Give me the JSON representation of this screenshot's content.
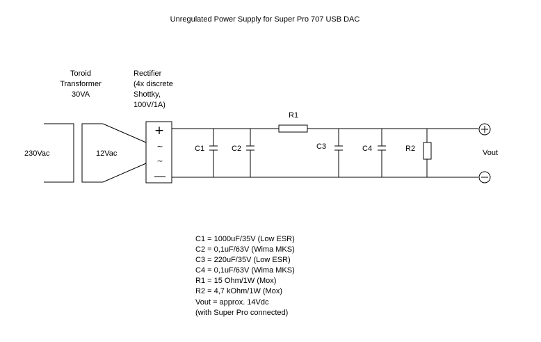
{
  "title": "Unregulated Power Supply for Super Pro 707 USB DAC",
  "transformer": {
    "label_line1": "Toroid",
    "label_line2": "Transformer",
    "label_line3": "30VA",
    "primary": "230Vac",
    "secondary": "12Vac"
  },
  "rectifier": {
    "label_line1": "Rectifier",
    "label_line2": "(4x discrete",
    "label_line3": "Shottky,",
    "label_line4": "100V/1A)",
    "plus": "+",
    "ac1": "~",
    "ac2": "~",
    "minus": "—"
  },
  "components": {
    "c1": "C1",
    "c2": "C2",
    "r1": "R1",
    "c3": "C3",
    "c4": "C4",
    "r2": "R2"
  },
  "output": {
    "label": "Vout",
    "plus_symbol": "+",
    "minus_symbol": "−"
  },
  "notes": [
    "C1 = 1000uF/35V (Low ESR)",
    "C2 = 0,1uF/63V (Wima MKS)",
    "C3 = 220uF/35V (Low ESR)",
    "C4 = 0,1uF/63V (Wima MKS)",
    "R1 = 15 Ohm/1W (Mox)",
    "R2 = 4,7 kOhm/1W (Mox)",
    "Vout = approx. 14Vdc",
    "(with Super Pro connected)"
  ]
}
